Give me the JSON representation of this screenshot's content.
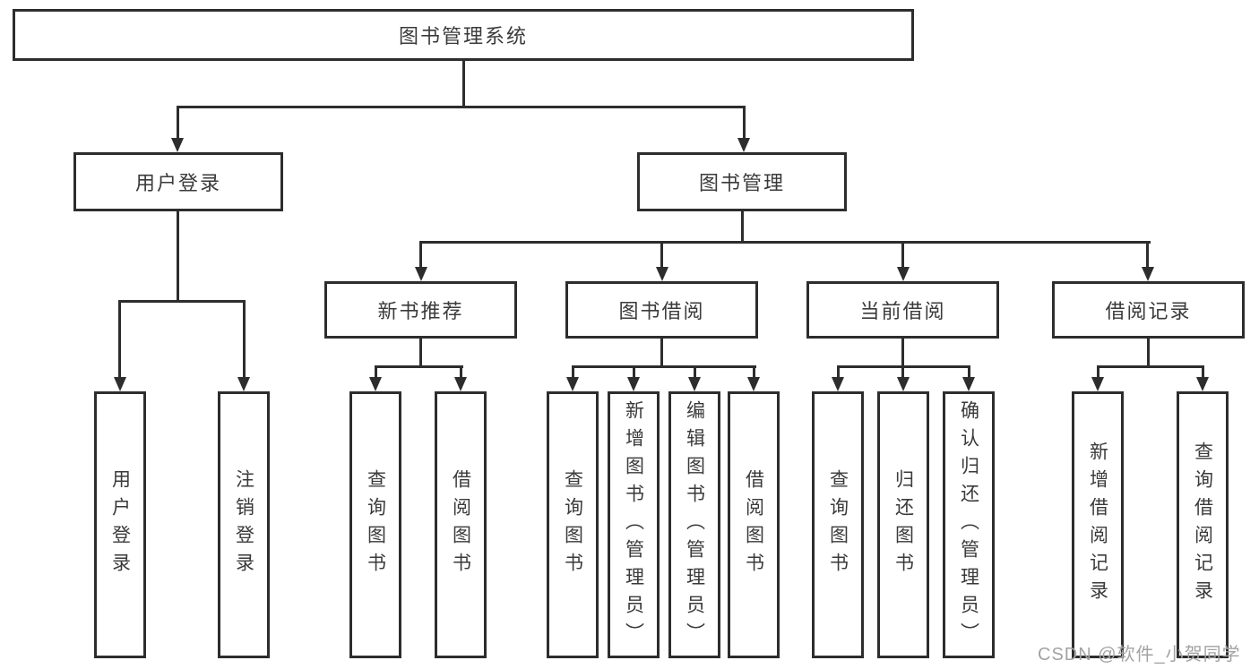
{
  "diagram_type": "tree-diagram",
  "colors": {
    "line": "#2d2d2d",
    "box_border": "#2d2d2d",
    "text": "#3a3a3a",
    "background": "#ffffff",
    "watermark": "#a3a3a3"
  },
  "tree": {
    "label": "图书管理系统",
    "children": [
      {
        "label": "用户登录",
        "children": [
          {
            "label": "用户登录"
          },
          {
            "label": "注销登录"
          }
        ]
      },
      {
        "label": "图书管理",
        "children": [
          {
            "label": "新书推荐",
            "children": [
              {
                "label": "查询图书"
              },
              {
                "label": "借阅图书"
              }
            ]
          },
          {
            "label": "图书借阅",
            "children": [
              {
                "label": "查询图书"
              },
              {
                "label": "新增图书（管理员）"
              },
              {
                "label": "编辑图书（管理员）"
              },
              {
                "label": "借阅图书"
              }
            ]
          },
          {
            "label": "当前借阅",
            "children": [
              {
                "label": "查询图书"
              },
              {
                "label": "归还图书"
              },
              {
                "label": "确认归还（管理员）"
              }
            ]
          },
          {
            "label": "借阅记录",
            "children": [
              {
                "label": "新增借阅记录"
              },
              {
                "label": "查询借阅记录"
              }
            ]
          }
        ]
      }
    ]
  },
  "watermark": {
    "text": "CSDN @软件_小贺同学"
  }
}
